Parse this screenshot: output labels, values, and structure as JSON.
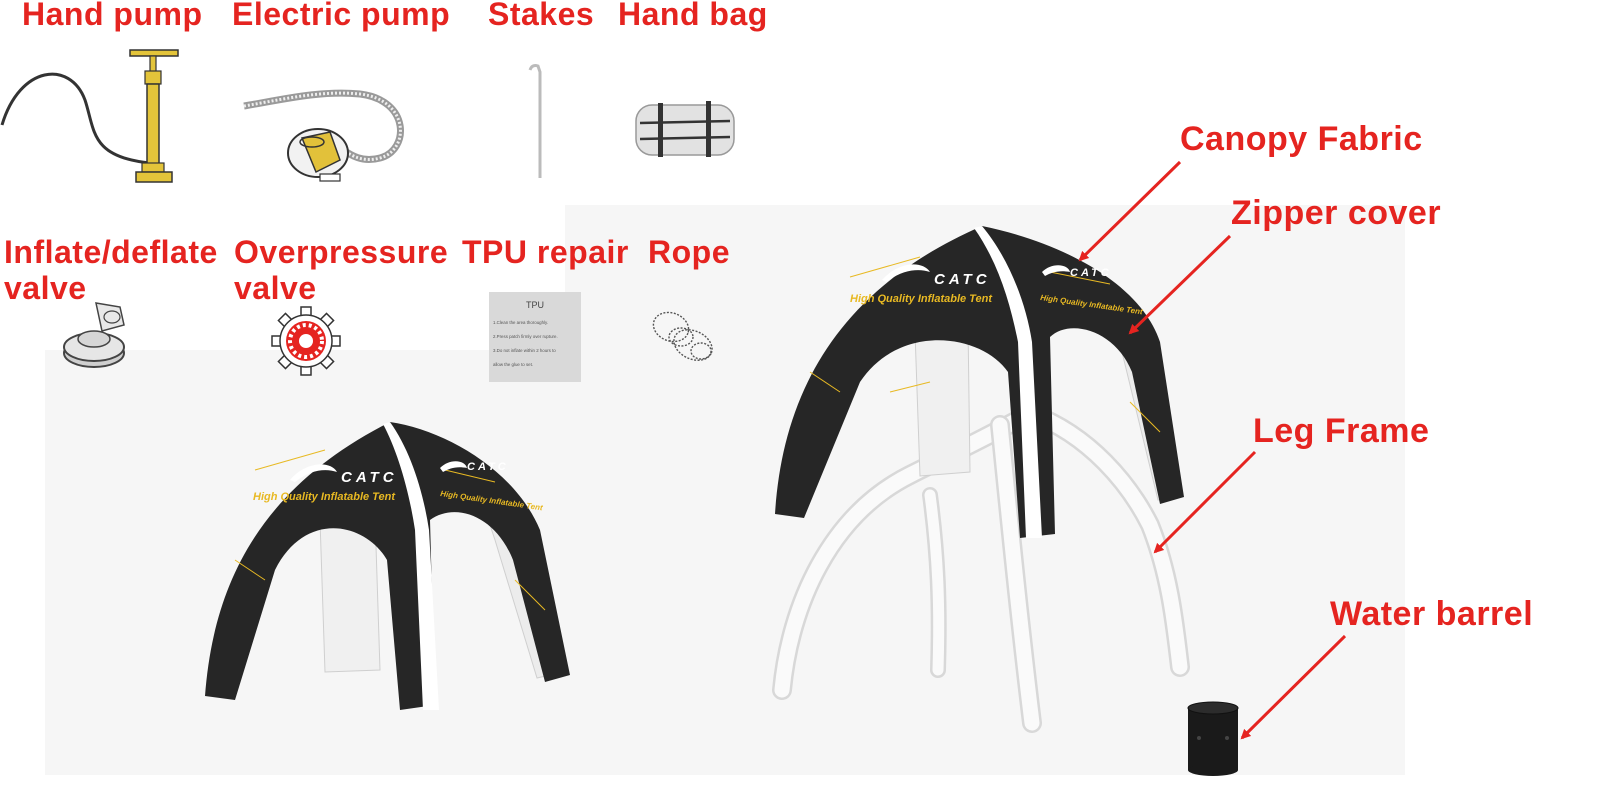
{
  "colors": {
    "label_red": "#e52420",
    "tent_dark": "#262626",
    "tent_gold": "#e8b923"
  },
  "accessories": {
    "hand_pump": "Hand pump",
    "electric_pump": "Electric pump",
    "stakes": "Stakes",
    "hand_bag": "Hand bag",
    "inflate_deflate_valve": [
      "Inflate/deflate",
      "valve"
    ],
    "overpressure_valve": [
      "Overpressure",
      "valve"
    ],
    "tpu_repair": "TPU repair",
    "rope": "Rope"
  },
  "tpu_card": {
    "title": "TPU",
    "lines": [
      "1.Clean the area thoroughly.",
      "2.Press patch firmly over rupture.",
      "3.Do not inflate within 2 hours to",
      "allow the glue to set."
    ]
  },
  "tent_print": {
    "brand": "CATC",
    "slogan": "High Quality Inflatable Tent"
  },
  "parts": {
    "canopy_fabric": "Canopy Fabric",
    "zipper_cover": "Zipper cover",
    "leg_frame": "Leg Frame",
    "water_barrel": "Water barrel"
  }
}
